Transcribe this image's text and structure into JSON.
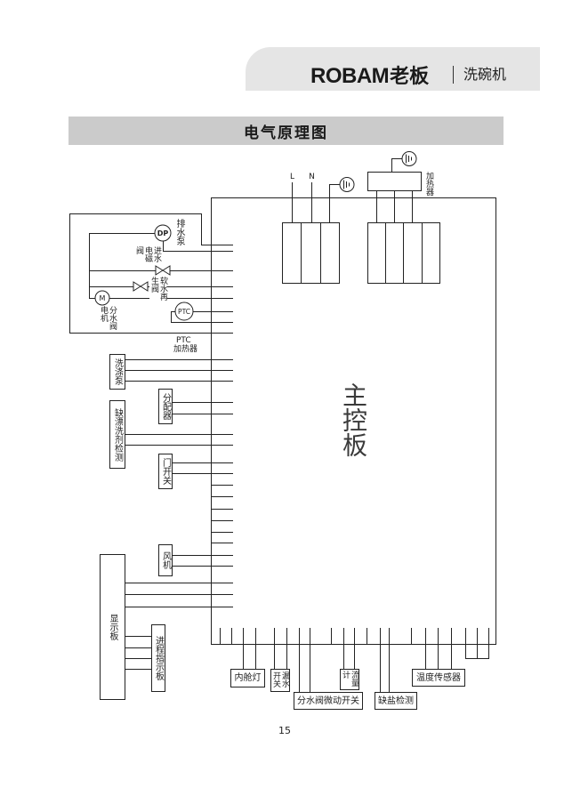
{
  "header": {
    "brand_latin": "ROBAM",
    "brand_cn": "老板",
    "product": "洗碗机"
  },
  "title": "电气原理图",
  "diagram": {
    "main_board": "主控板",
    "power_live": "L",
    "power_neutral": "N",
    "heater": "加热器",
    "drain_pump": {
      "symbol": "DP",
      "label": "排水泵"
    },
    "inlet_valve": "进水电磁阀",
    "softener_valve": "软水再生阀",
    "diverter_motor": {
      "symbol": "M",
      "label": "分水阀电机"
    },
    "ptc_heater": {
      "symbol": "PTC",
      "label_code": "PTC",
      "label": "加热器"
    },
    "wash_pump": "洗涤泵",
    "dispenser": "分配器",
    "rinse_aid_sensor": "缺漂洗剂检测",
    "door_switch": "门开关",
    "fan": "风机",
    "display_board": "显示板",
    "progress_board": "进程指示板",
    "inner_light": "内舱灯",
    "leak_switch": "漏水开关",
    "diverter_microswitch": "分水阀微动开关",
    "flow_meter": "流量计",
    "salt_sensor": "缺盐检测",
    "temp_sensor": "温度传感器"
  },
  "page_number": "15"
}
